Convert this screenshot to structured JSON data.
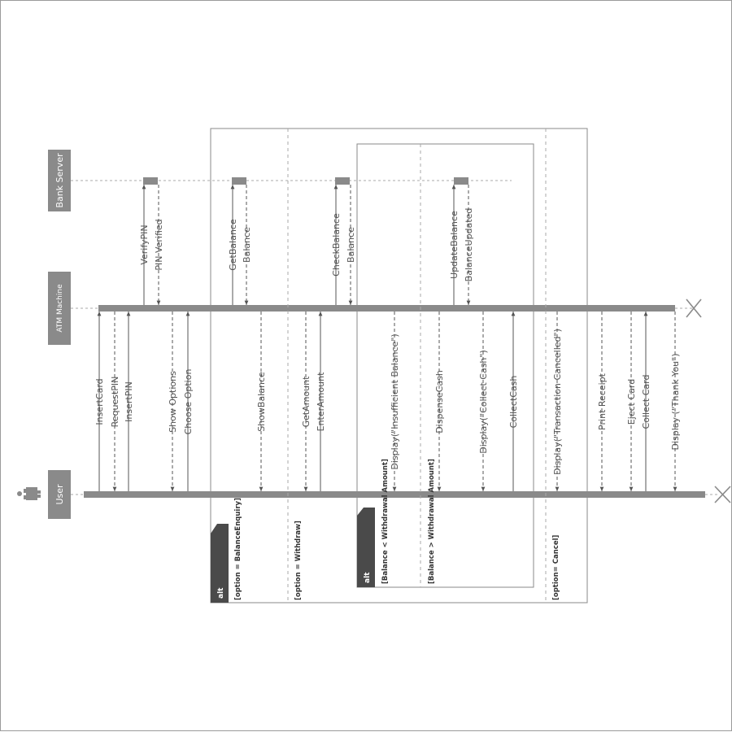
{
  "participants": {
    "user": "User",
    "atm": "ATM Machine",
    "bank": "Bank Server"
  },
  "messages": {
    "insert_card": "InsertCard",
    "request_pin": "RequestPIN",
    "insert_pin": "InsertPIN",
    "verify_pin": "VerifyPIN",
    "pin_verified": "PIN Verified",
    "show_options": "Show Options",
    "choose_option": "Choose Option",
    "get_balance": "GetBalance",
    "balance_1": "Balance",
    "show_balance": "ShowBalance",
    "get_amount": "GetAmount",
    "enter_amount": "EnterAmount",
    "check_balance": "CheckBalance",
    "balance_2": "Balance",
    "display_insufficient": "Display(\"Insufficient Balance\")",
    "dispense_cash": "DispenseCash",
    "update_balance": "UpdateBalance",
    "balance_updated": "BalanceUpdated",
    "display_collect": "Display(\"Collect Cash\")",
    "collect_cash": "CollectCash",
    "display_cancelled": "Display(\"Transaction Cancelled\")",
    "print_receipt": "Print Receipt",
    "eject_card": "Eject Card",
    "collect_card": "Collect Card",
    "display_thanks": "Display (\"Thank You\")"
  },
  "fragments": {
    "outer": {
      "tag": "alt",
      "guards": [
        "[option = BalanceEnquiry]",
        "[option = Withdraw]",
        "[option= Cancel]"
      ]
    },
    "inner": {
      "tag": "alt",
      "guards": [
        "[Balance < Withdrawal Amount]",
        "[Balance > Withdrawal Amount]"
      ]
    }
  },
  "colors": {
    "lifeline": "#8a8a8a",
    "header": "#8a8a8a",
    "alt_tag": "#4a4a4a"
  }
}
